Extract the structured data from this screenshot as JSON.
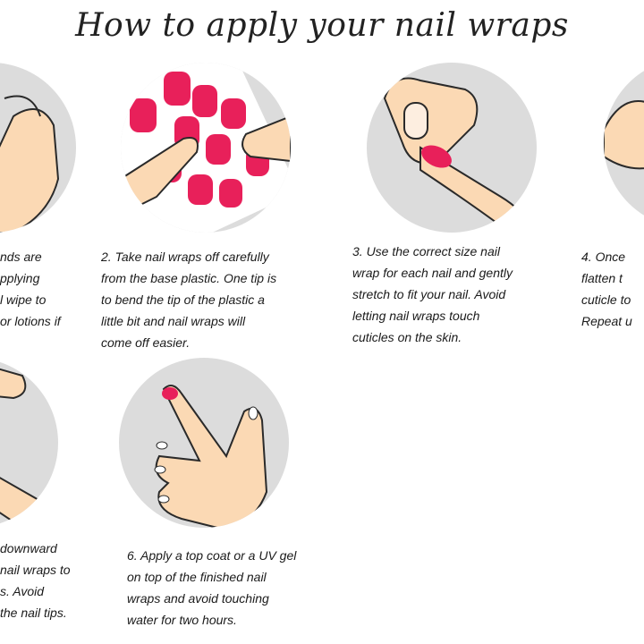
{
  "title": "How to apply your nail wraps",
  "colors": {
    "nail": "#e8205a",
    "skin": "#fbd9b4",
    "circle": "#dcdcdc",
    "outline": "#2a2a2a"
  },
  "steps": [
    {
      "lines": [
        "nds are",
        "pplying",
        "l wipe to",
        "or lotions if"
      ]
    },
    {
      "lines": [
        "2. Take nail wraps off carefully",
        "from the base plastic. One tip is",
        "to bend the tip of the plastic a",
        "little bit and nail wraps will",
        "come off easier."
      ]
    },
    {
      "lines": [
        "3. Use the correct size nail",
        "wrap for each nail and gently",
        "stretch to fit your nail. Avoid",
        "letting nail wraps touch",
        "cuticles on the skin."
      ]
    },
    {
      "lines": [
        "4. Once",
        "flatten t",
        "cuticle to",
        "Repeat u"
      ]
    },
    {
      "lines": [
        "downward",
        "nail wraps to",
        "s. Avoid",
        "the nail tips."
      ]
    },
    {
      "lines": [
        "6. Apply a top coat or a UV gel",
        "on top of the finished nail",
        "wraps and avoid touching",
        "water for two hours."
      ]
    }
  ]
}
